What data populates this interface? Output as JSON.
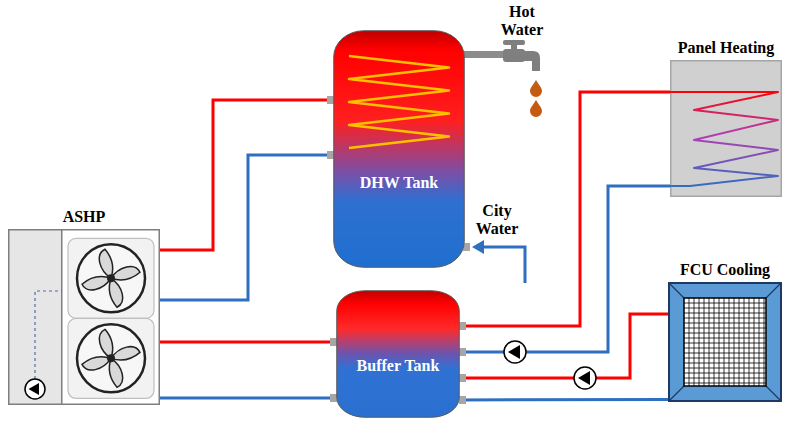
{
  "diagram": {
    "nodes": [
      {
        "text": [
          "ASHP"
        ]
      },
      {
        "text": [
          "DHW Tank"
        ]
      },
      {
        "text": [
          "Buffer Tank"
        ]
      },
      {
        "text": [
          "Panel Heating"
        ]
      },
      {
        "text": [
          "FCU Cooling"
        ]
      }
    ],
    "edges": [
      {
        "from": 0,
        "to": 1,
        "arrow": "none"
      },
      {
        "from": 0,
        "to": 1,
        "arrow": "none"
      },
      {
        "from": 0,
        "to": 2,
        "arrow": "none"
      },
      {
        "from": 0,
        "to": 2,
        "arrow": "none"
      },
      {
        "from": 2,
        "to": 3,
        "arrow": "none"
      },
      {
        "from": 2,
        "to": 3,
        "arrow": "none"
      },
      {
        "from": 2,
        "to": 4,
        "arrow": "none"
      },
      {
        "from": 2,
        "to": 4,
        "arrow": "none"
      }
    ],
    "labels": [
      "Hot Water",
      "City Water"
    ]
  }
}
